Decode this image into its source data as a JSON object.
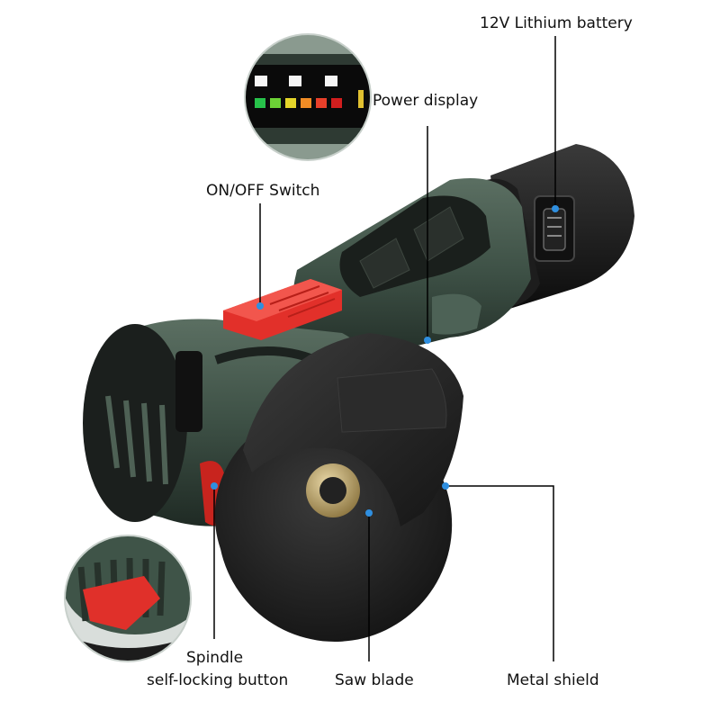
{
  "callouts": {
    "battery": "12V Lithium battery",
    "power_display": "Power display",
    "switch": "ON/OFF Switch",
    "spindle_line1": "Spindle",
    "spindle_line2": "self-locking button",
    "saw_blade": "Saw blade",
    "metal_shield": "Metal shield"
  },
  "colors": {
    "tool_body": "#3f5448",
    "switch": "#e0302a",
    "marker": "#2f8fe0"
  }
}
